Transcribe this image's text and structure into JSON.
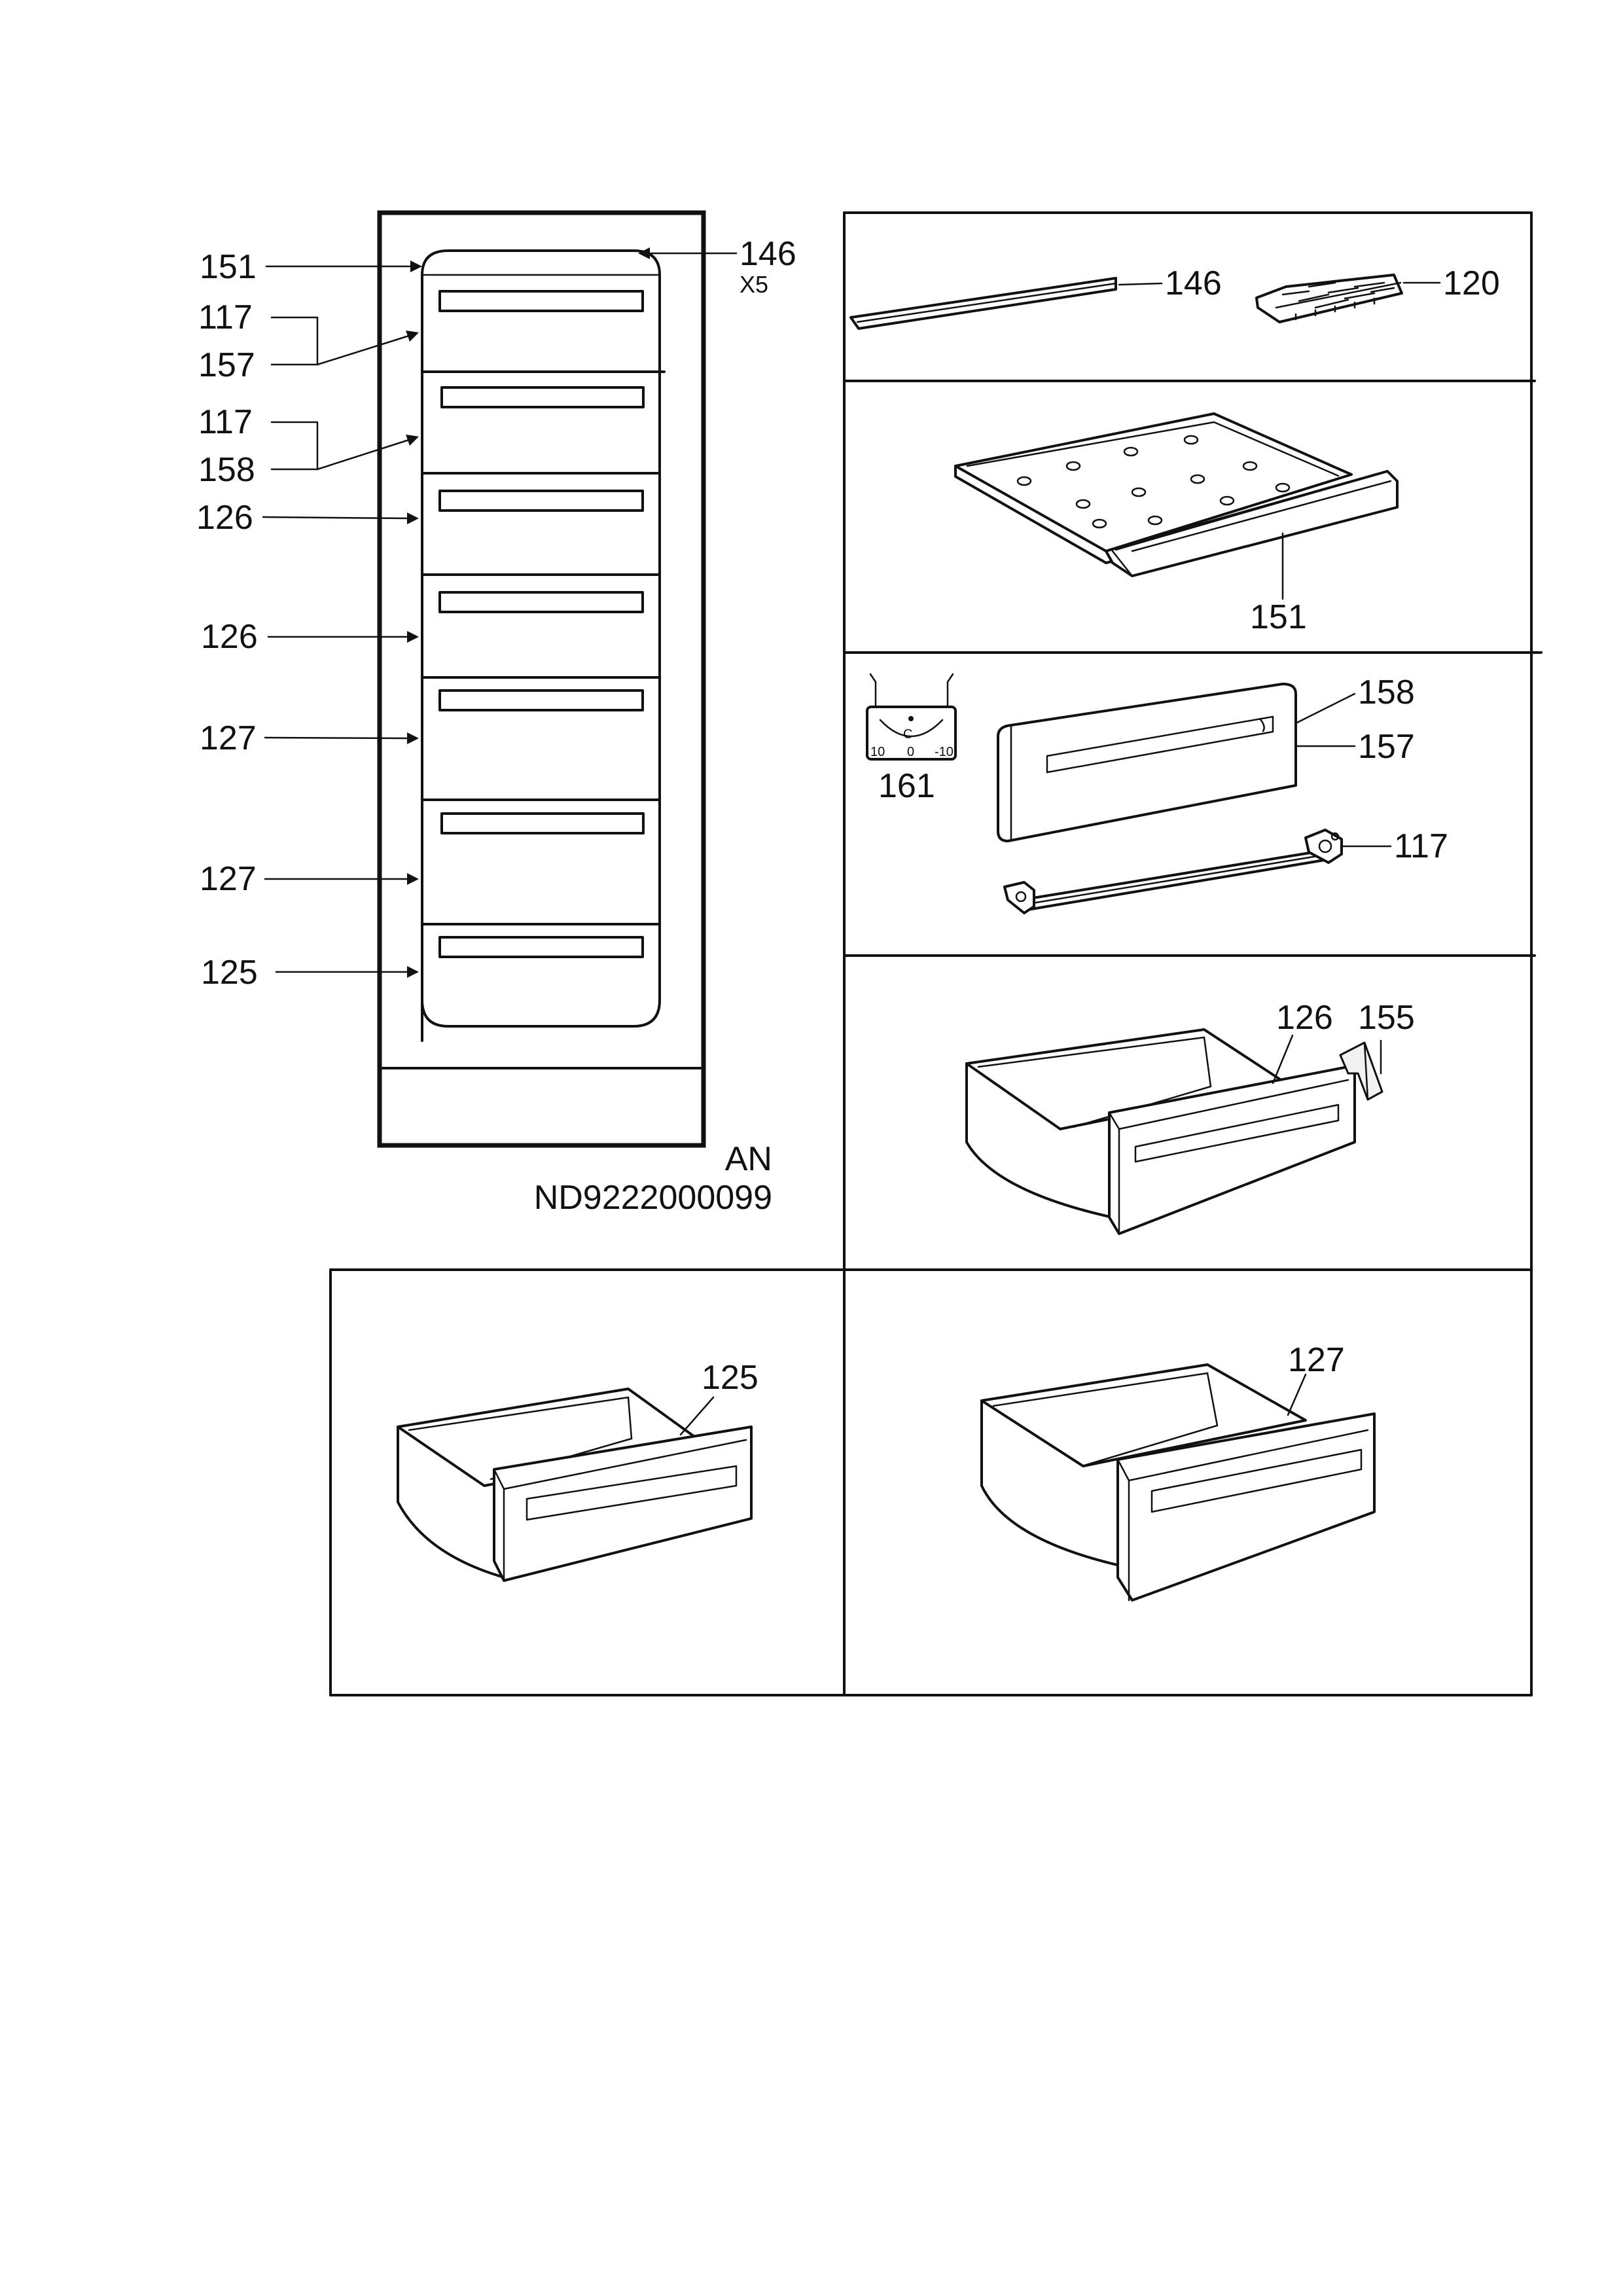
{
  "overview_callouts": {
    "c151": "151",
    "c146": "146",
    "c146_qty": "X5",
    "c117a": "117",
    "c157": "157",
    "c117b": "117",
    "c158": "158",
    "c126a": "126",
    "c126b": "126",
    "c127a": "127",
    "c127b": "127",
    "c125": "125"
  },
  "model_info": {
    "variant": "AN",
    "drawing_code": "ND9222000099"
  },
  "panel_strip_tray": {
    "part_strip": "146",
    "part_ice_tray": "120"
  },
  "panel_shelf": {
    "part": "151"
  },
  "panel_front_rail": {
    "part_thermo": "161",
    "thermo_c": "C",
    "thermo_10": "10",
    "thermo_0": "0",
    "thermo_m10": "-10",
    "part_front_a": "158",
    "part_front_b": "157",
    "part_rail": "117"
  },
  "panel_drawer_126": {
    "part_drawer": "126",
    "part_clip": "155"
  },
  "panel_drawer_125": {
    "part": "125"
  },
  "panel_drawer_127": {
    "part": "127"
  }
}
